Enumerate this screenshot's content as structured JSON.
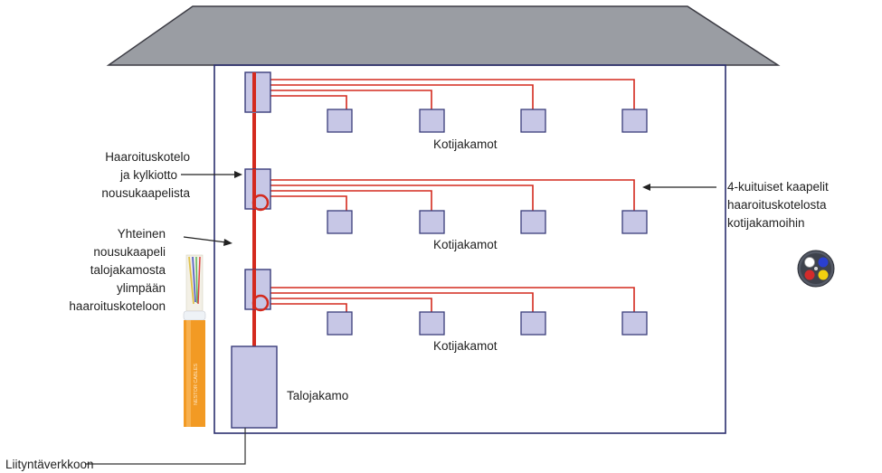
{
  "labels": {
    "floors": [
      "Kotijakamot",
      "Kotijakamot",
      "Kotijakamot"
    ],
    "branch_box": [
      "Haaroituskotelo",
      "ja kylkiotto",
      "nousukaapelista"
    ],
    "riser": [
      "Yhteinen",
      "nousukaapeli",
      "talojakamosta",
      "ylimpään",
      "haaroituskoteloon"
    ],
    "cables_4": [
      "4-kuituiset kaapelit",
      "haaroituskotelosta",
      "kotijakamoihin"
    ],
    "house_distributor": "Talojakamo",
    "access_network": "Liityntäverkkoon",
    "cable_print": "NESTOR CABLES"
  },
  "colors": {
    "roof": "#9a9da3",
    "wall": "#2b2f6e",
    "fiber": "#d42a1e",
    "box_fill": "#c7c7e6",
    "box_stroke": "#3a3d7a",
    "cable_jacket": "#f29a24"
  }
}
